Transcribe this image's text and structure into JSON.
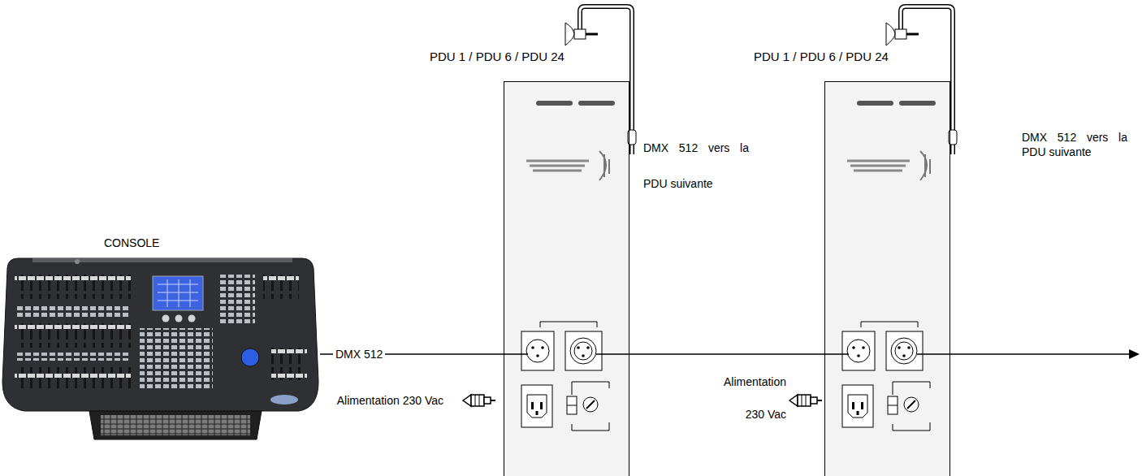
{
  "diagram": {
    "nodes": [
      {
        "text": [
          "CONSOLE"
        ]
      },
      {
        "text": [
          "PDU 1 / PDU 6 / PDU 24"
        ]
      },
      {
        "text": [
          "PDU 1 / PDU 6 / PDU 24"
        ]
      }
    ],
    "edges": [
      {
        "from": 0,
        "to": 1,
        "label": "DMX 512",
        "arrow": "none"
      },
      {
        "from": 1,
        "to": 2,
        "label": "DMX 512 vers la PDU suivante",
        "arrow": "none"
      }
    ],
    "labels": [
      "DMX 512 vers la PDU suivante",
      "Alimentation 230 Vac",
      "Alimentation 230 Vac"
    ]
  }
}
